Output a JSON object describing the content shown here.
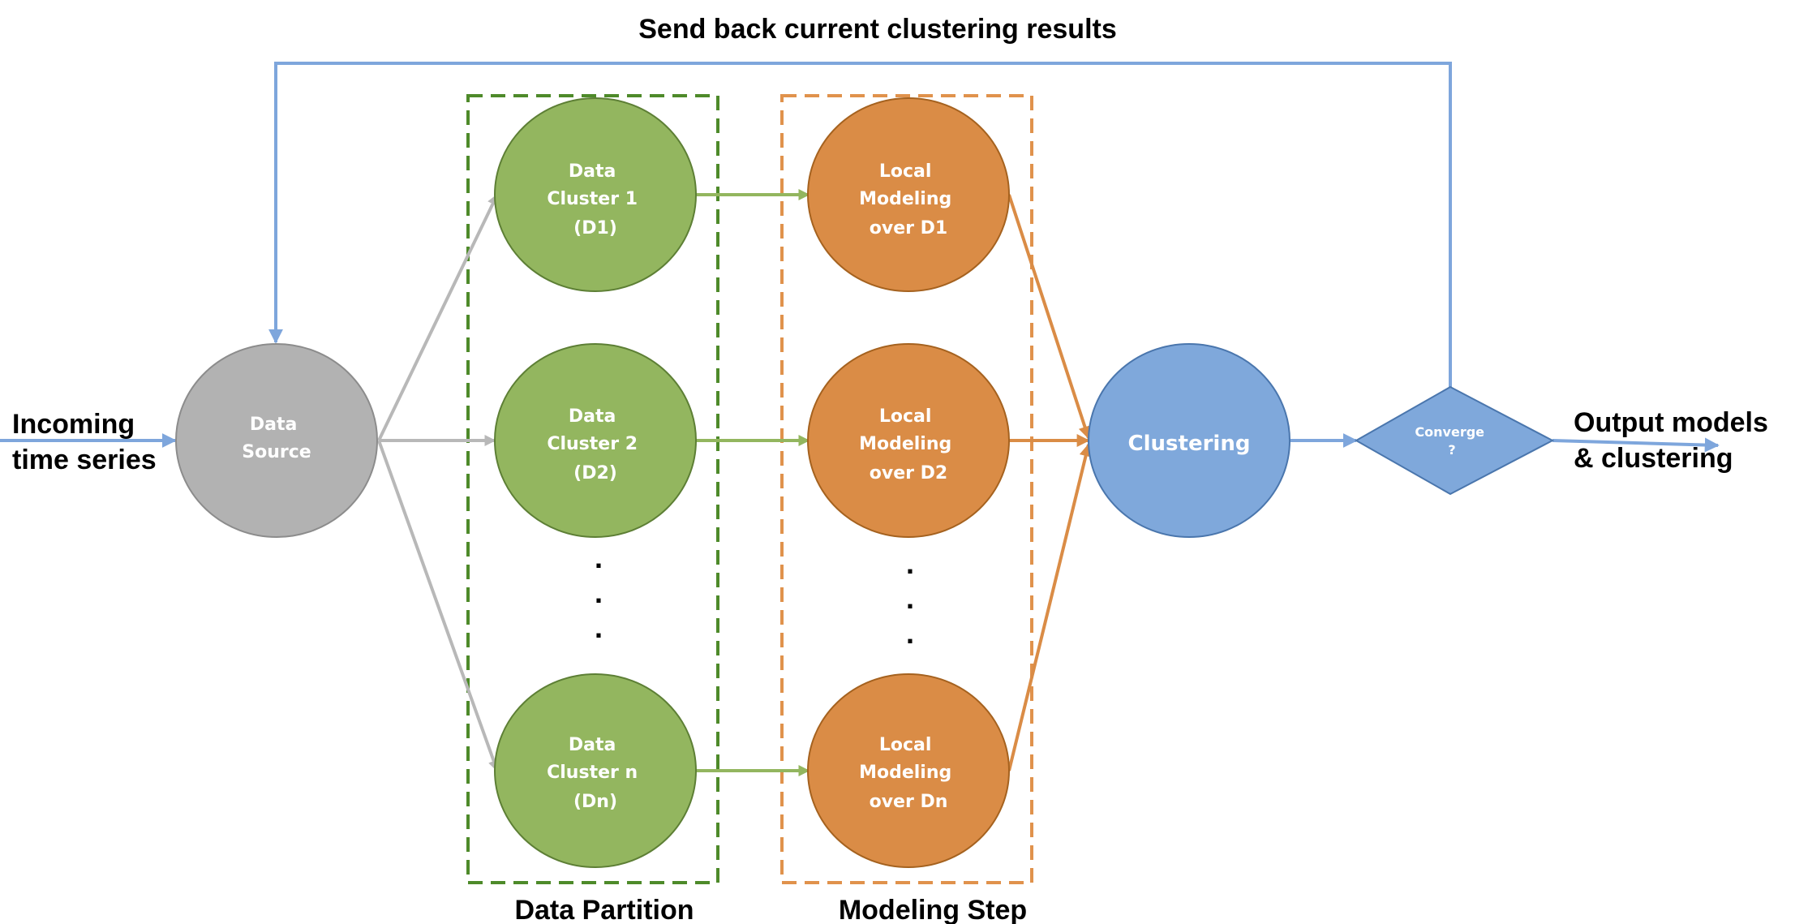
{
  "title": "Send back current clustering results",
  "input_label": [
    "Incoming",
    "time series"
  ],
  "output_label": [
    "Output models",
    "& clustering"
  ],
  "groups": {
    "partition": "Data Partition",
    "modeling": "Modeling Step"
  },
  "nodes": {
    "source": [
      "Data",
      "Source"
    ],
    "d1": [
      "Data",
      "Cluster 1",
      "(D1)"
    ],
    "d2": [
      "Data",
      "Cluster 2",
      "(D2)"
    ],
    "dn": [
      "Data",
      "Cluster n",
      "(Dn)"
    ],
    "m1": [
      "Local",
      "Modeling",
      "over D1"
    ],
    "m2": [
      "Local",
      "Modeling",
      "over D2"
    ],
    "mn": [
      "Local",
      "Modeling",
      "over Dn"
    ],
    "clustering": [
      "Clustering"
    ],
    "converge": [
      "Converge",
      "?"
    ]
  },
  "ellipsis": ".",
  "colors": {
    "gray_node": "#b2b2b2",
    "green_node": "#93b65f",
    "orange_node": "#da8c46",
    "blue_node": "#7fa8db",
    "green_dash": "#4e8a2a",
    "orange_dash": "#e0924c",
    "blue_line": "#7ea6dc",
    "gray_line": "#b8b8b8",
    "green_line": "#93b65f",
    "orange_line": "#da8c46"
  }
}
